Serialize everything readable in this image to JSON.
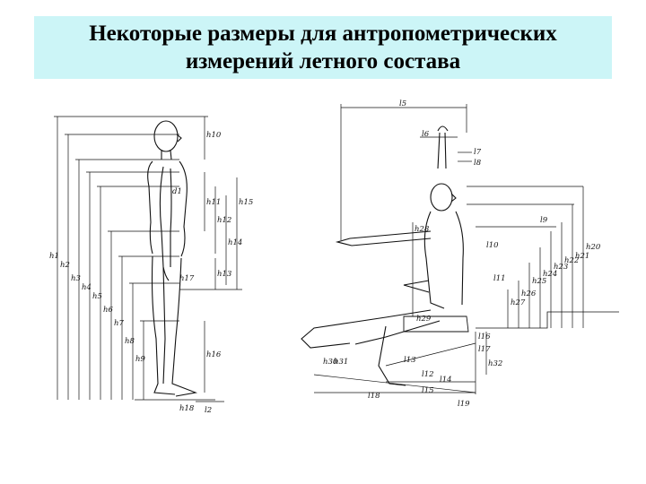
{
  "title": "Некоторые размеры для антропометрических измерений летного состава",
  "standing": {
    "left_labels": [
      "h1",
      "h2",
      "h3",
      "h4",
      "h5",
      "h6",
      "h7",
      "h8",
      "h9"
    ],
    "right_labels": [
      "h10",
      "h11",
      "h12",
      "h13",
      "h14",
      "h15",
      "h16",
      "h17",
      "h18"
    ],
    "misc": [
      "d1",
      "h3",
      "l2"
    ]
  },
  "seated": {
    "top_labels": [
      "l5",
      "l6",
      "l7",
      "l8",
      "l9",
      "l10",
      "l11"
    ],
    "right_labels": [
      "h20",
      "h21",
      "h22",
      "h23",
      "h24",
      "h25",
      "h26",
      "h27",
      "h28"
    ],
    "bottom_labels": [
      "h29",
      "h30",
      "h31",
      "h32",
      "l12",
      "l13",
      "l14",
      "l15",
      "l16",
      "l17",
      "l18",
      "l19"
    ]
  },
  "colors": {
    "title_bg": "#ccf5f7",
    "ink": "#111111"
  }
}
